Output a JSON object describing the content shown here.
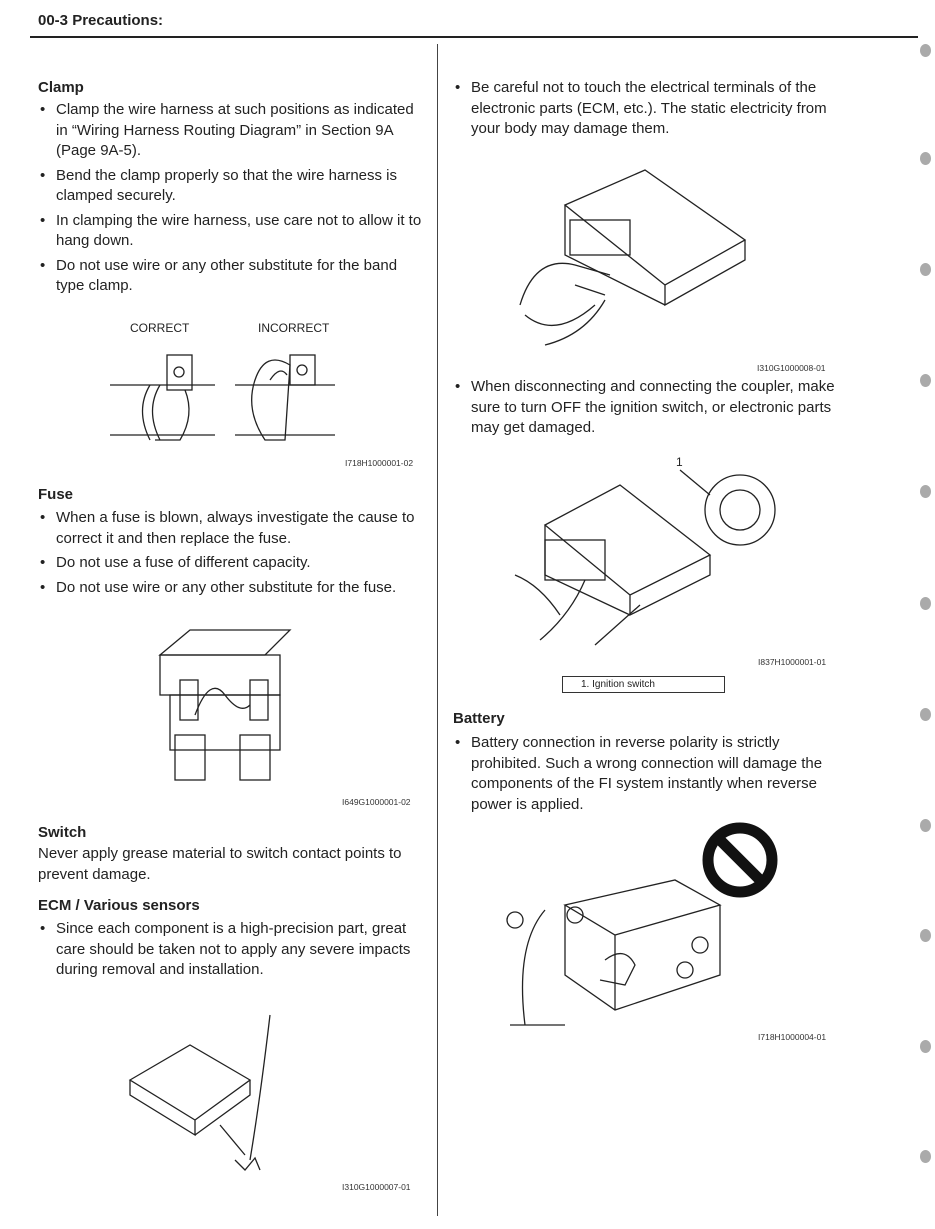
{
  "header": {
    "title": "00-3  Precautions:"
  },
  "left": {
    "clamp": {
      "heading": "Clamp",
      "bullets": [
        "Clamp the wire harness at such positions as indicated in “Wiring Harness Routing Diagram” in Section 9A (Page 9A-5).",
        "Bend the clamp properly so that the wire harness is clamped securely.",
        "In clamping the wire harness, use care not to allow it to hang down.",
        "Do not use wire or any other substitute for the band type clamp."
      ],
      "figure": {
        "label_correct": "CORRECT",
        "label_incorrect": "INCORRECT",
        "id": "I718H1000001-02"
      }
    },
    "fuse": {
      "heading": "Fuse",
      "bullets": [
        "When a fuse is blown, always investigate the cause to correct it and then replace the fuse.",
        "Do not use a fuse of different capacity.",
        "Do not use wire or any other substitute for the fuse."
      ],
      "figure": {
        "id": "I649G1000001-02"
      }
    },
    "switch": {
      "heading": "Switch",
      "text": "Never apply grease material to switch contact points to prevent damage."
    },
    "ecm": {
      "heading": "ECM / Various sensors",
      "bullets": [
        "Since each component is a high-precision part, great care should be taken not to apply any severe impacts during removal and installation."
      ],
      "figure": {
        "id": "I310G1000007-01"
      }
    }
  },
  "right": {
    "bullets1": [
      "Be careful not to touch the electrical terminals of the electronic parts (ECM, etc.). The static electricity from your body may damage them."
    ],
    "figure1": {
      "id": "I310G1000008-01"
    },
    "bullets2": [
      "When disconnecting and connecting the coupler, make sure to turn OFF the ignition switch, or electronic parts may get damaged."
    ],
    "figure2": {
      "id": "I837H1000001-01",
      "callout": "1",
      "legend": "1.   Ignition switch"
    },
    "battery": {
      "heading": "Battery",
      "bullets": [
        "Battery connection in reverse polarity is strictly prohibited. Such a wrong connection will damage the components of the FI system instantly when reverse power is applied."
      ],
      "figure": {
        "id": "I718H1000004-01"
      }
    }
  }
}
